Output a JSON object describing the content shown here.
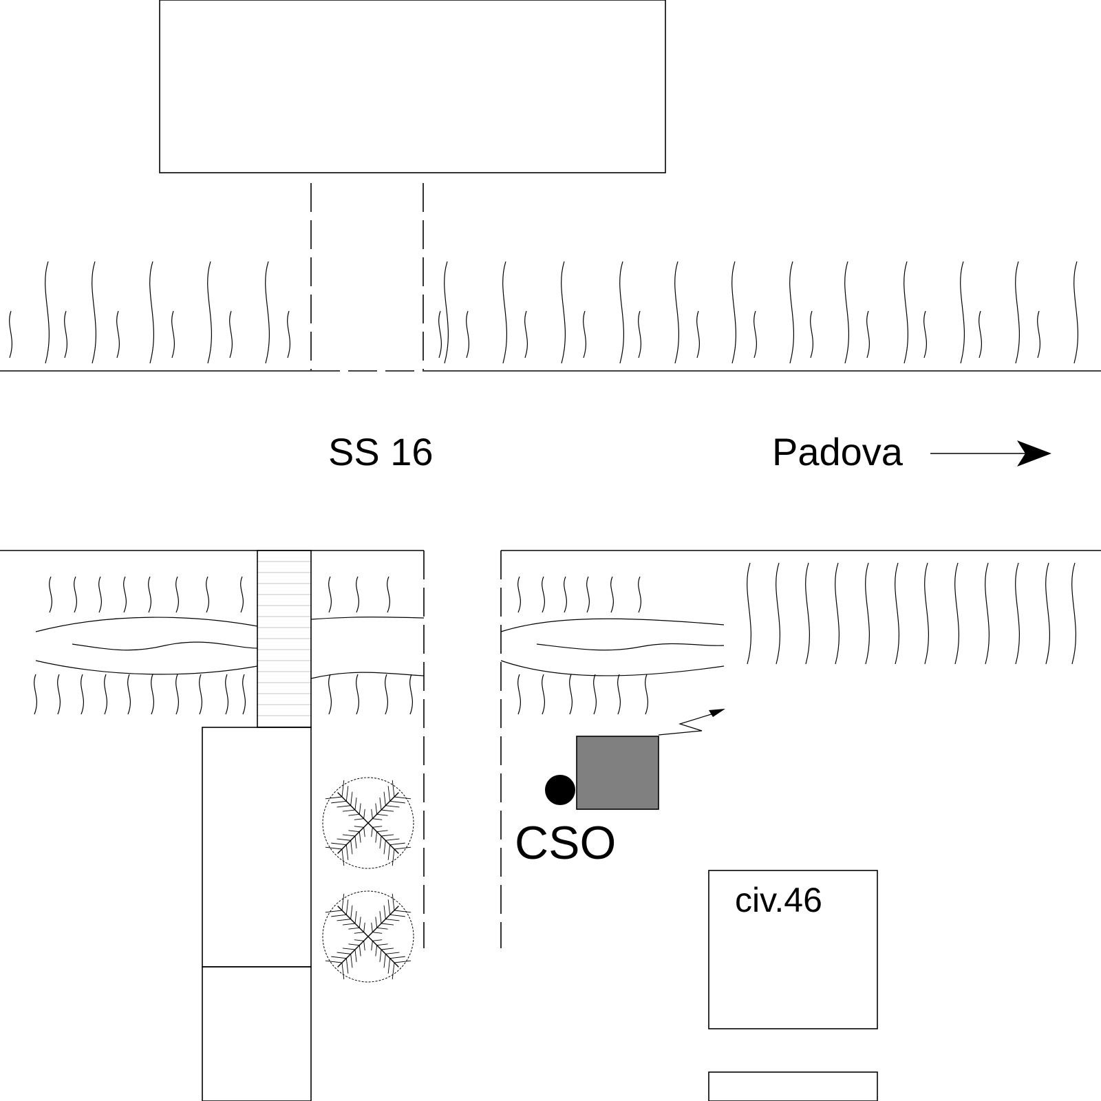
{
  "map": {
    "road_label": "SS 16",
    "direction_label": "Padova",
    "station_label": "CSO",
    "building_label": "civ.46"
  },
  "colors": {
    "background": "#ffffff",
    "line": "#000000",
    "station_fill": "#808080",
    "marker_fill": "#000000"
  },
  "icons": {
    "direction_arrow": "right-arrow-icon",
    "signal": "lightning-arrow-icon",
    "tree": "tree-symbol-icon",
    "marker": "filled-circle-icon"
  }
}
